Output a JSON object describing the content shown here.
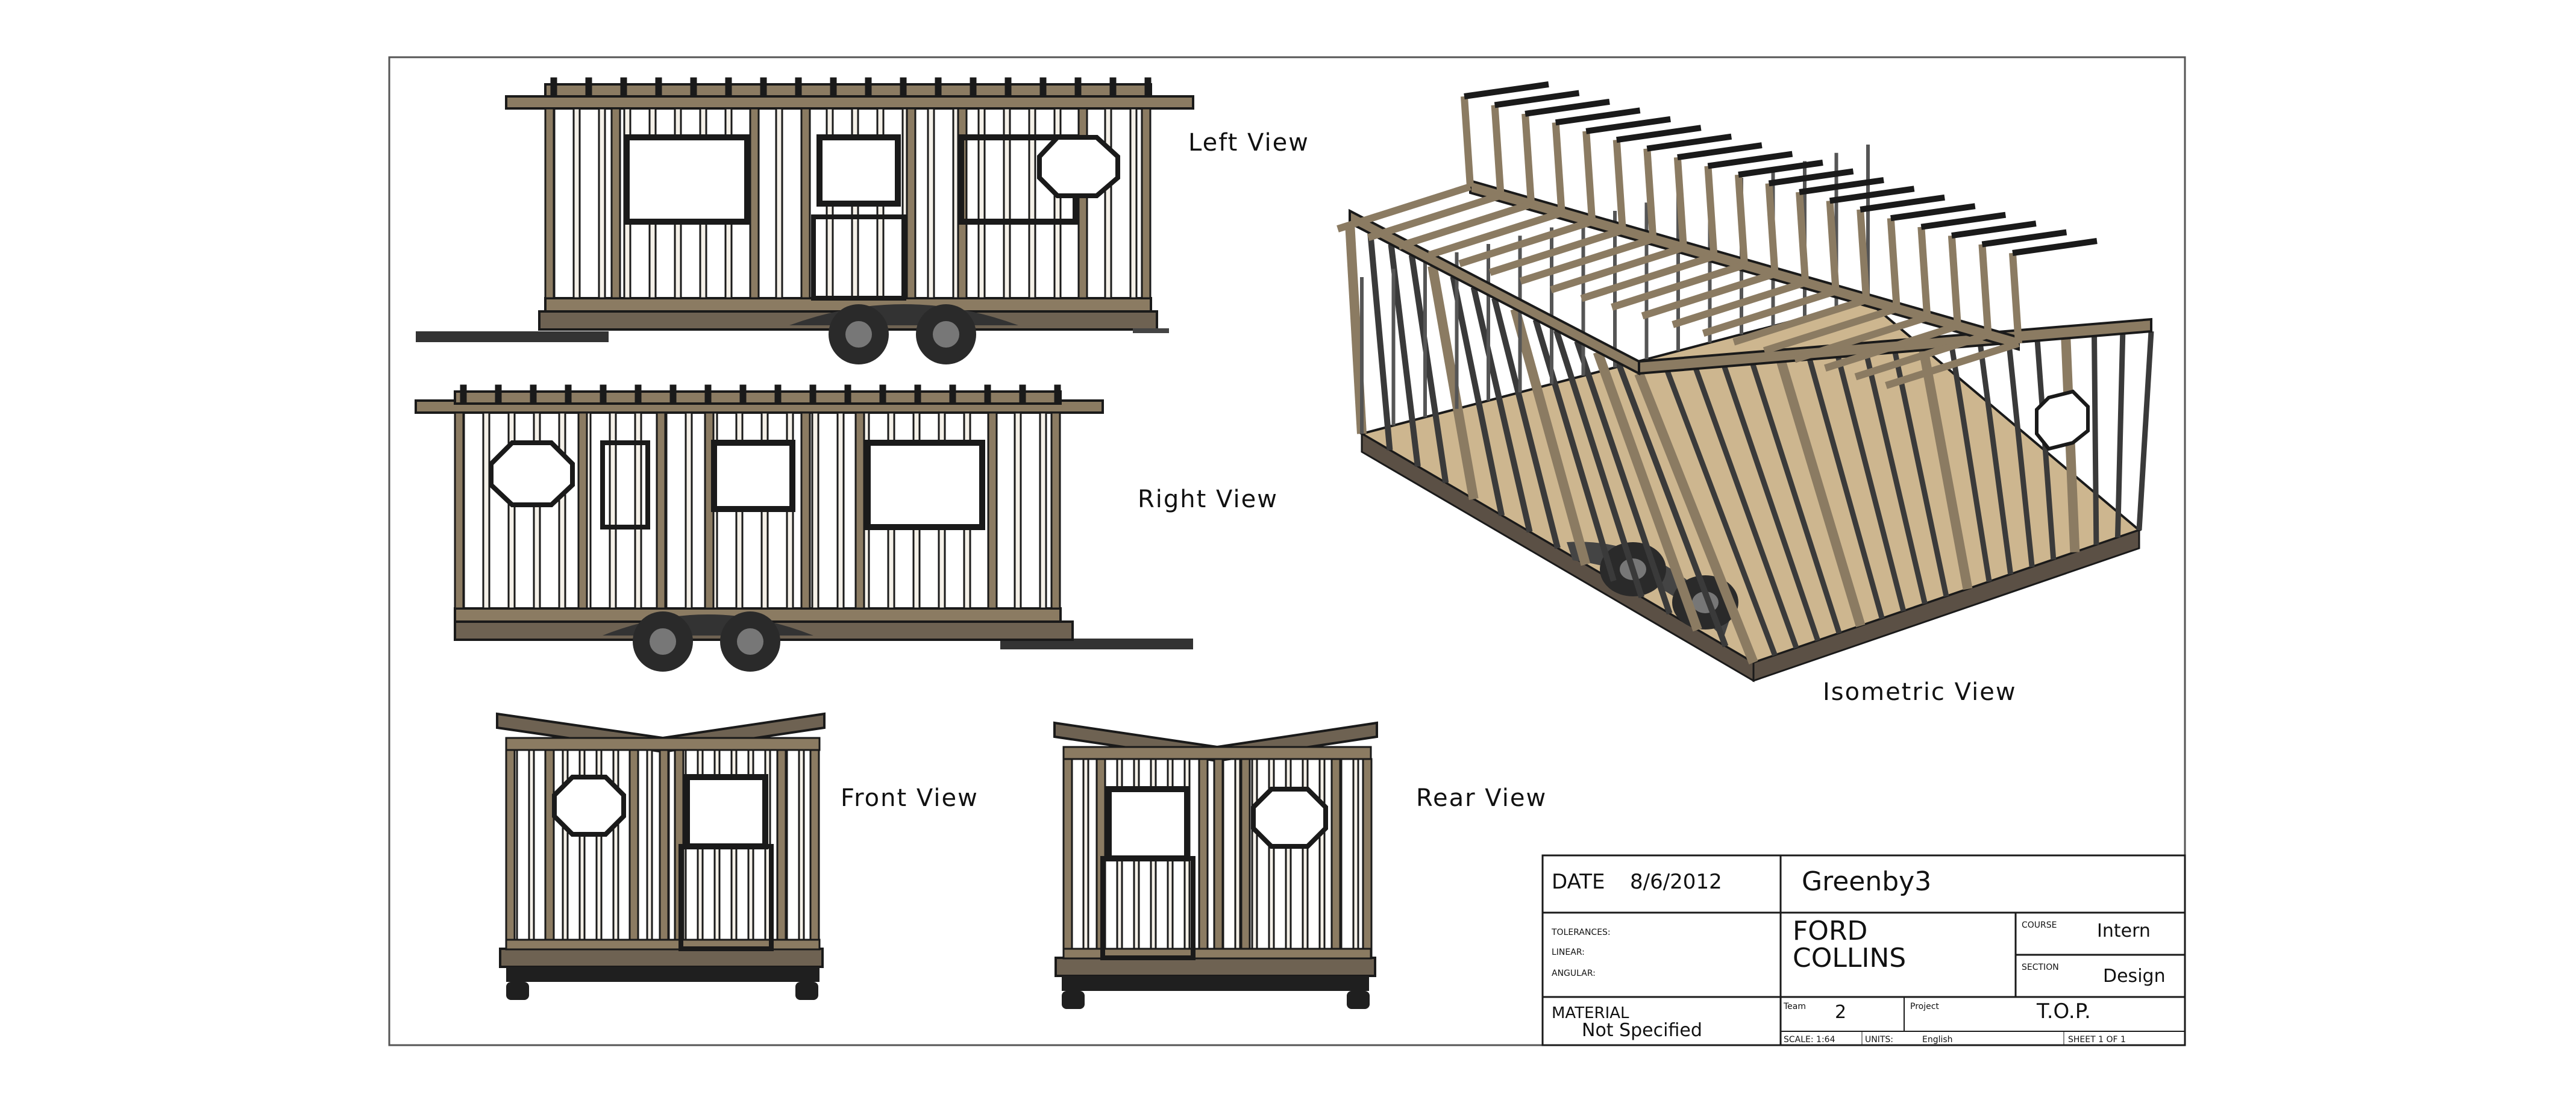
{
  "views": {
    "left": "Left View",
    "right": "Right View",
    "front": "Front View",
    "rear": "Rear View",
    "isometric": "Isometric View"
  },
  "title_block": {
    "date_label": "DATE",
    "date_value": "8/6/2012",
    "name": "Greenby3",
    "tolerances_label": "TOLERANCES:",
    "linear_label": "LINEAR:",
    "angular_label": "ANGULAR:",
    "location_line1": "FORD",
    "location_line2": "COLLINS",
    "course_label": "COURSE",
    "course_value": "Intern",
    "section_label": "SECTION",
    "section_value": "Design",
    "material_label": "MATERIAL",
    "material_value": "Not Specified",
    "team_label": "Team",
    "team_value": "2",
    "project_label": "Project",
    "project_value": "T.O.P.",
    "scale_label": "SCALE: 1:64",
    "units_label": "UNITS:",
    "units_value": "English",
    "sheet_label": "SHEET 1 OF 1"
  },
  "colors": {
    "wood": "#8b7b62",
    "wood_light": "#c6b393",
    "outline": "#1a1a1a",
    "floor": "#cdb68f",
    "tire": "#2a2a2a"
  }
}
